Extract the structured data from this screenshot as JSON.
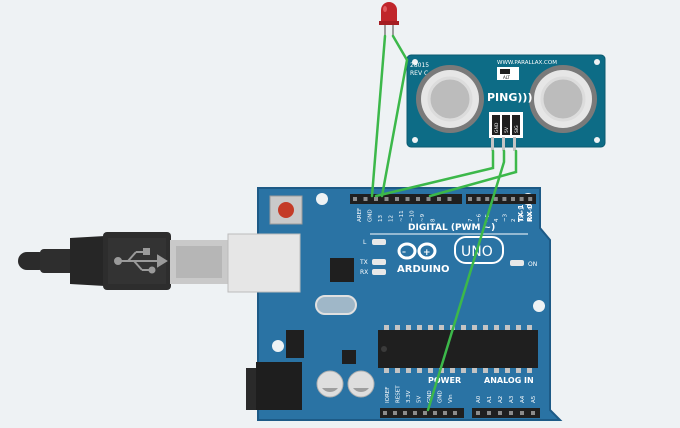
{
  "sensor": {
    "model": "28015",
    "revision": "REV C",
    "website": "WWW.PARALLAX.COM",
    "name": "PING)))",
    "chip_label": "ALT",
    "pins": [
      "GND",
      "5V",
      "SIG"
    ]
  },
  "board": {
    "brand": "ARDUINO",
    "model": "UNO",
    "digital_header_label": "DIGITAL (PWM ~)",
    "power_label": "POWER",
    "analog_label": "ANALOG IN",
    "on_label": "ON",
    "led_labels": [
      "L",
      "TX",
      "RX"
    ],
    "txrx_labels": [
      "TX 1",
      "RX 0"
    ],
    "digital_pins": [
      "AREF",
      "GND",
      "13",
      "12",
      "~11",
      "~10",
      "~9",
      "8",
      "7",
      "~6",
      "~5",
      "4",
      "~3",
      "2",
      "TX→1",
      "RX←0"
    ],
    "power_pins": [
      "IOREF",
      "RESET",
      "3.3V",
      "5V",
      "GND",
      "GND",
      "Vin"
    ],
    "analog_pins": [
      "A0",
      "A1",
      "A2",
      "A3",
      "A4",
      "A5"
    ]
  },
  "colors": {
    "board": "#2a73a4",
    "board_edge": "#1d5a86",
    "sensor": "#0d6c86",
    "wire": "#3cb84a",
    "led": "#c0262b",
    "background": "#eef2f4"
  }
}
